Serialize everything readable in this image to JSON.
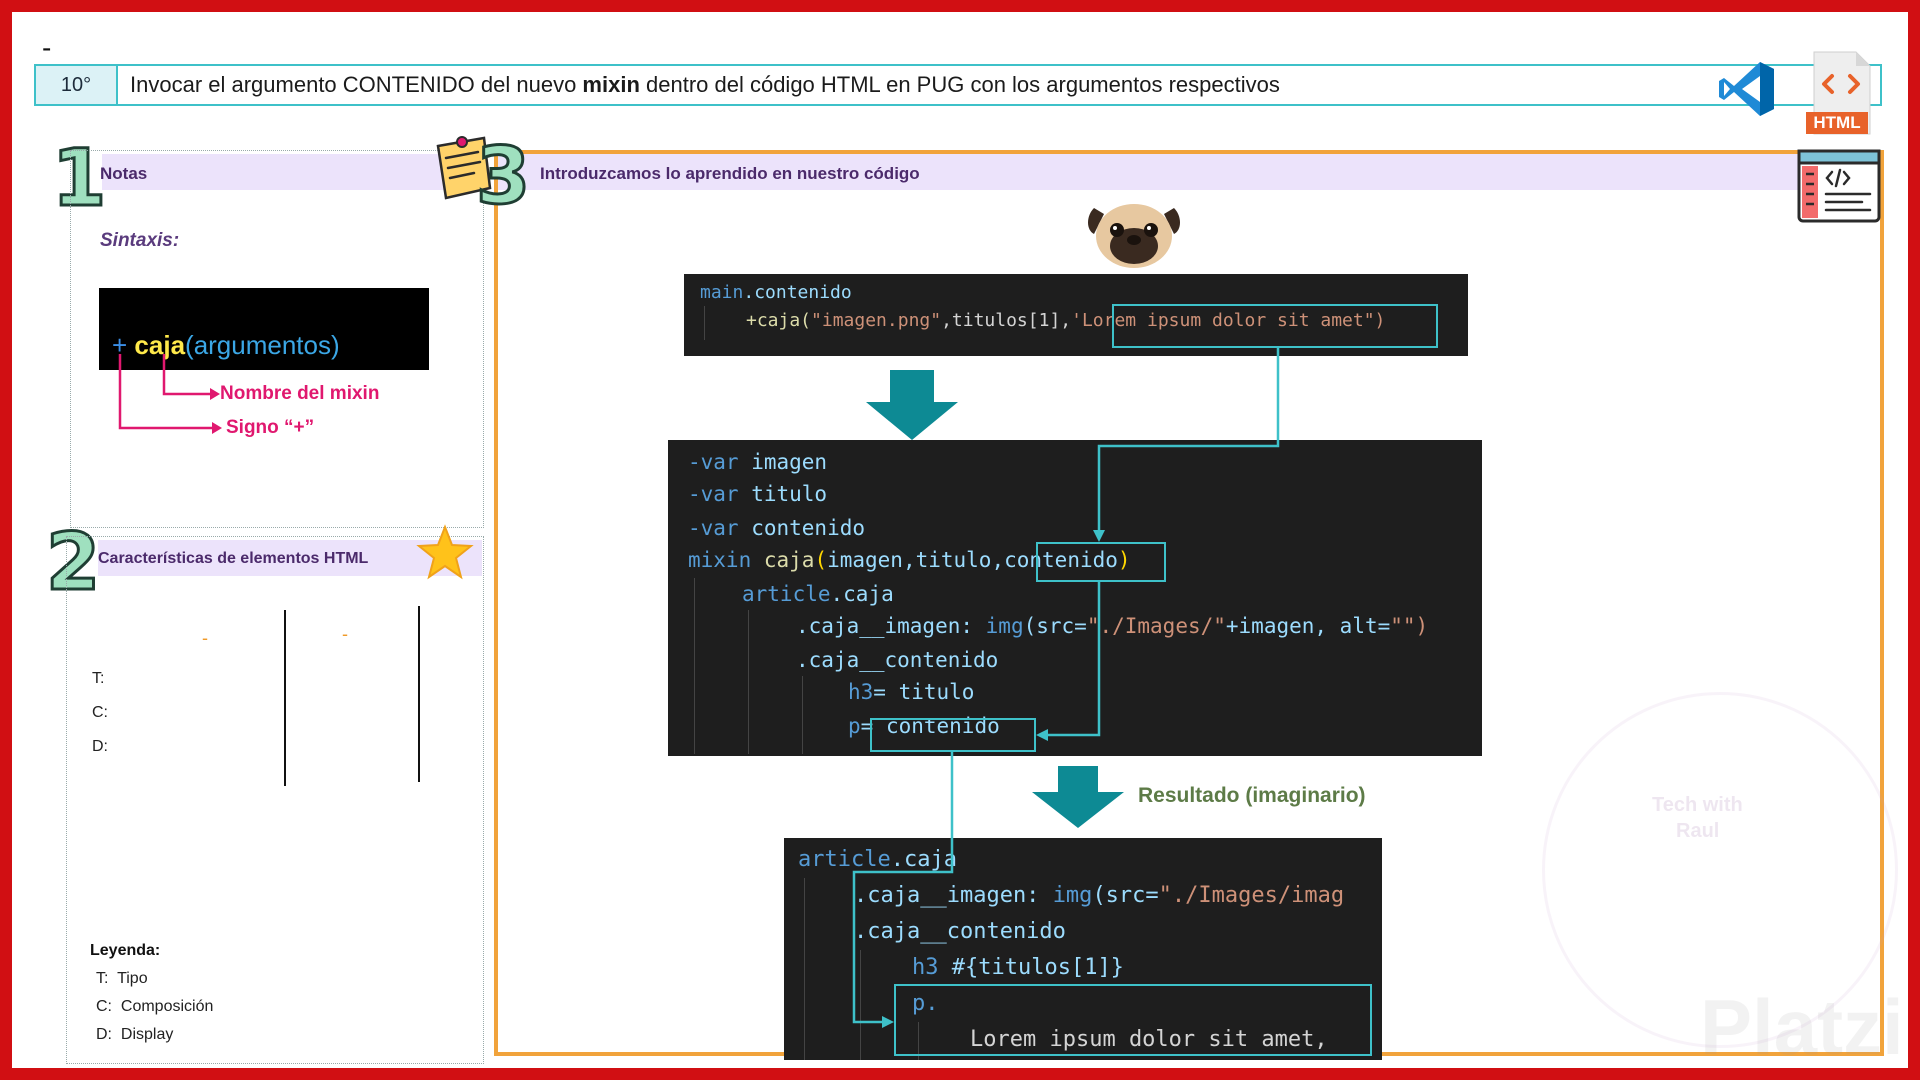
{
  "page": {
    "top_dash": "-",
    "header": {
      "number": "10°",
      "title_pre": "Invocar el argumento CONTENIDO del nuevo ",
      "title_bold": "mixin",
      "title_post": " dentro del código HTML en PUG con los argumentos respectivos"
    },
    "icons": {
      "vscode": "vscode-icon",
      "html_file": "html-file-icon",
      "html_badge": "HTML"
    }
  },
  "notas": {
    "number": "1",
    "title": "Notas",
    "sintaxis_label": "Sintaxis:",
    "syntax": {
      "plus": "+",
      "mixin": "caja",
      "args": "(argumentos)"
    },
    "annotations": {
      "name": "Nombre del mixin",
      "sign": "Signo “+”"
    }
  },
  "caracteristicas": {
    "number": "2",
    "title": "Características de elementos HTML",
    "col_dash_1": "-",
    "col_dash_2": "-",
    "rows": [
      "T:",
      "C:",
      "D:"
    ],
    "leyenda": {
      "title": "Leyenda:",
      "items": [
        {
          "key": "T:",
          "value": "Tipo"
        },
        {
          "key": "C:",
          "value": "Composición"
        },
        {
          "key": "D:",
          "value": "Display"
        }
      ]
    }
  },
  "codigo": {
    "number": "3",
    "title": "Introduzcamos lo aprendido en nuestro código",
    "block1": {
      "l1_tag": "main",
      "l1_class": ".contenido",
      "l2_call": "+caja(",
      "l2_arg1": "\"imagen.png\"",
      "l2_sep1": ",titulos[1],",
      "l2_arg3": "'Lorem ipsum dolor sit amet\")"
    },
    "block2": {
      "v1_kw": "-var",
      "v1_name": " imagen",
      "v2_kw": "-var",
      "v2_name": " titulo",
      "v3_kw": "-var",
      "v3_name": " contenido",
      "m_kw": "mixin",
      "m_name": " caja",
      "m_open": "(",
      "m_params": "imagen,titulo,",
      "m_param3": "contenido",
      "m_close": ")",
      "a_tag": "article",
      "a_class": ".caja",
      "img_class": ".caja__imagen: ",
      "img_tag": "img",
      "img_attr": "(src=",
      "img_str": "\"./Images/\"",
      "img_rest": "+imagen, alt=",
      "img_end": "\"\")",
      "cont_class": ".caja__contenido",
      "h3_tag": "h3",
      "h3_rest": "= titulo",
      "p_tag": "p",
      "p_rest": "= contenido"
    },
    "result_label": "Resultado (imaginario)",
    "block3": {
      "a_tag": "article",
      "a_class": ".caja",
      "img_class": ".caja__imagen: ",
      "img_tag": "img",
      "img_rest": "(src=",
      "img_str": "\"./Images/imag",
      "cont_class": ".caja__contenido",
      "h3_tag": "h3",
      "h3_rest": " #{titulos[1]}",
      "p_line": "p.",
      "lorem": "Lorem ipsum dolor sit amet,"
    },
    "icons": {
      "mascot": "pug-face-icon",
      "code_window": "code-window-icon",
      "sticky_note": "sticky-note-icon",
      "star": "star-icon"
    }
  },
  "watermark": {
    "brand": "Platzi",
    "sub1": "Tech with",
    "sub2": "Raul"
  },
  "colors": {
    "frame_red": "#d10f13",
    "teal": "#3ec1c9",
    "orange": "#f1a33b",
    "lavender": "#ece3fb",
    "pink": "#e0186f"
  }
}
